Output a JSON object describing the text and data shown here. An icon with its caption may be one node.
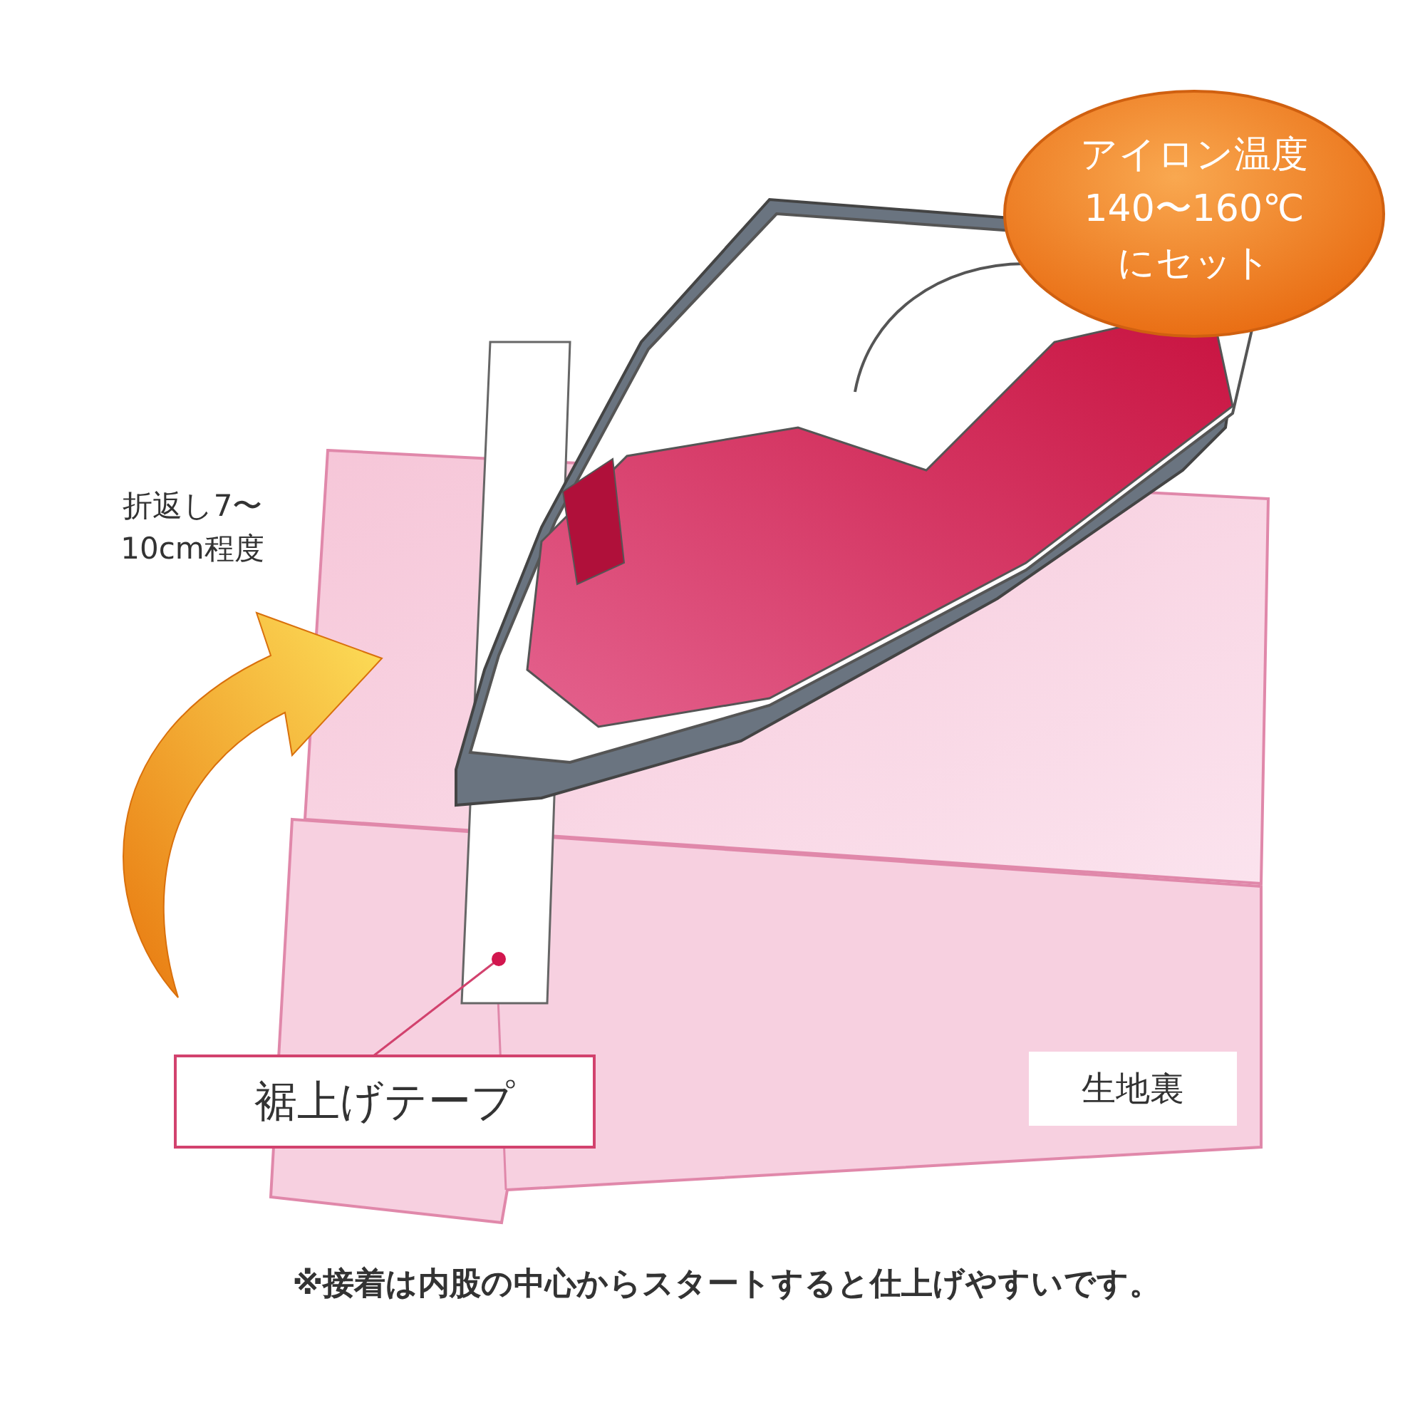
{
  "diagram": {
    "caption": "※接着は内股の中心からスタートすると仕上げやすいです。",
    "nodes": [
      {
        "text": [
          "アイロン温度140〜160℃にセット"
        ]
      },
      {
        "text": [],
        "shape": "bar"
      },
      {
        "text": [
          "裾上げテープ"
        ]
      },
      {
        "text": [
          "生地裏"
        ]
      }
    ],
    "edges": [
      {
        "from": 2,
        "to": 1,
        "arrow": "other"
      }
    ],
    "labels": [
      "折返し7〜10cm程度"
    ]
  }
}
